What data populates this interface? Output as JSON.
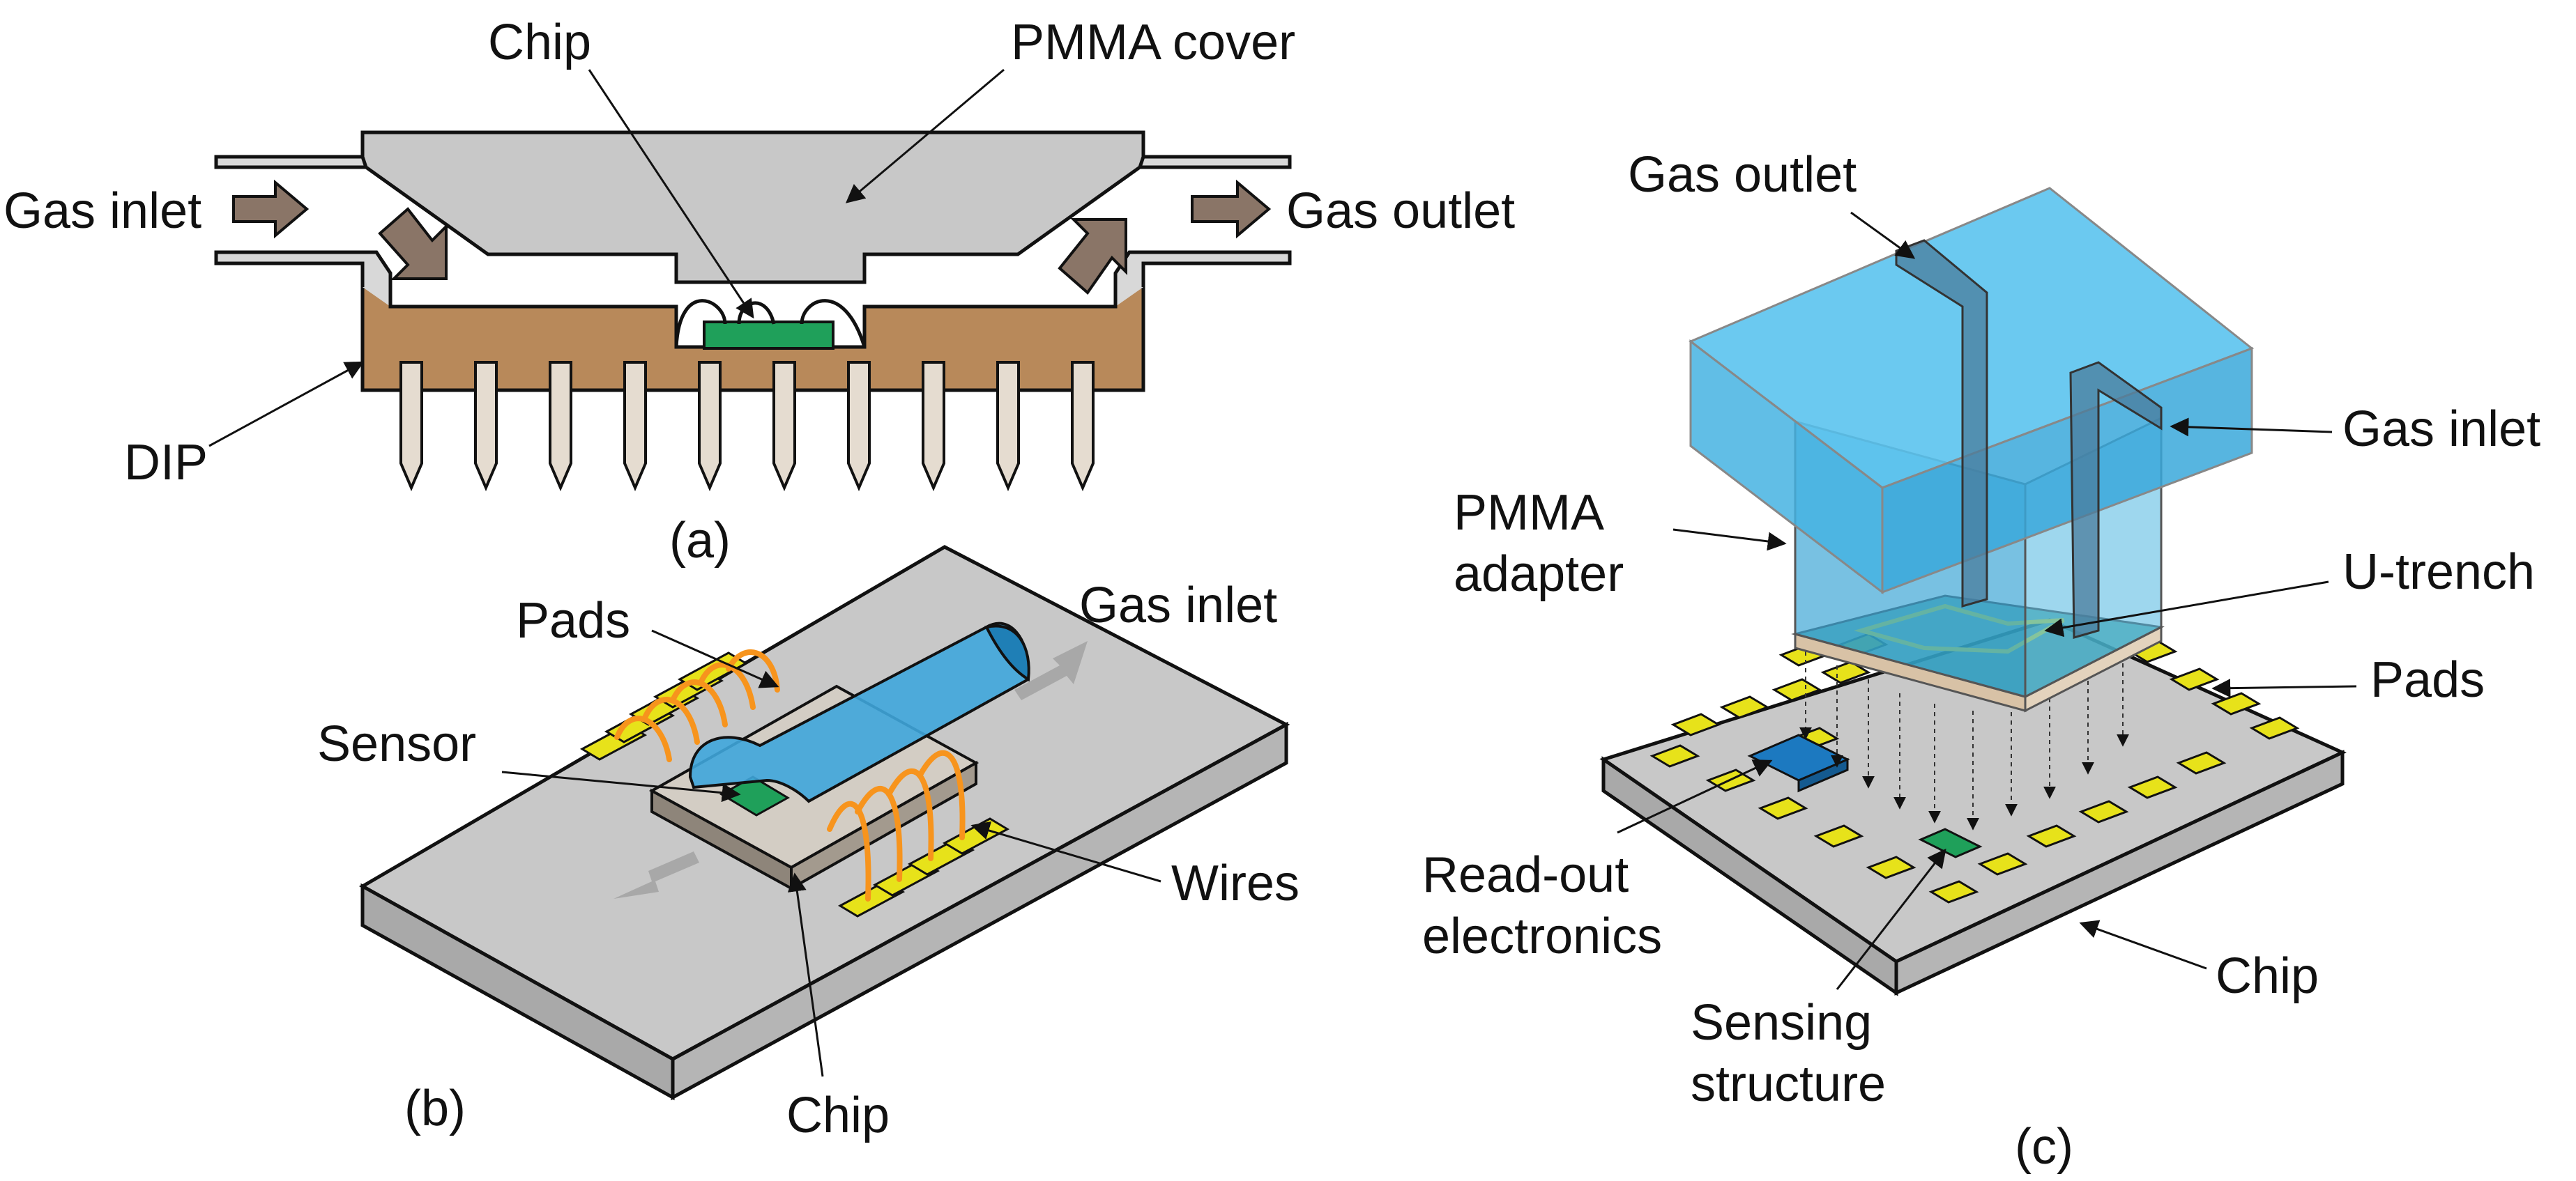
{
  "panel_a": {
    "caption": "(a)",
    "labels": {
      "chip": "Chip",
      "pmma_cover": "PMMA cover",
      "gas_inlet": "Gas inlet",
      "gas_outlet": "Gas outlet",
      "dip": "DIP"
    },
    "pin_count": 10
  },
  "panel_b": {
    "caption": "(b)",
    "labels": {
      "pads": "Pads",
      "gas_inlet": "Gas inlet",
      "sensor": "Sensor",
      "wires": "Wires",
      "chip": "Chip"
    }
  },
  "panel_c": {
    "caption": "(c)",
    "labels": {
      "gas_outlet": "Gas outlet",
      "gas_inlet": "Gas inlet",
      "pmma_adapter_line1": "PMMA",
      "pmma_adapter_line2": "adapter",
      "u_trench": "U-trench",
      "pads": "Pads",
      "readout_line1": "Read-out",
      "readout_line2": "electronics",
      "chip": "Chip",
      "sensing_line1": "Sensing",
      "sensing_line2": "structure"
    }
  },
  "colors": {
    "gray_fill": "#c8c8c8",
    "dip_brown": "#b8895a",
    "pin_fill": "#e5dcd0",
    "chip_green": "#1fa05a",
    "arrow_brown": "#8a7567",
    "pmma_blue": "#3fb5e6",
    "pad_yellow": "#e7e21a",
    "wire_orange": "#f7941d",
    "readout_blue": "#1c79c0"
  }
}
